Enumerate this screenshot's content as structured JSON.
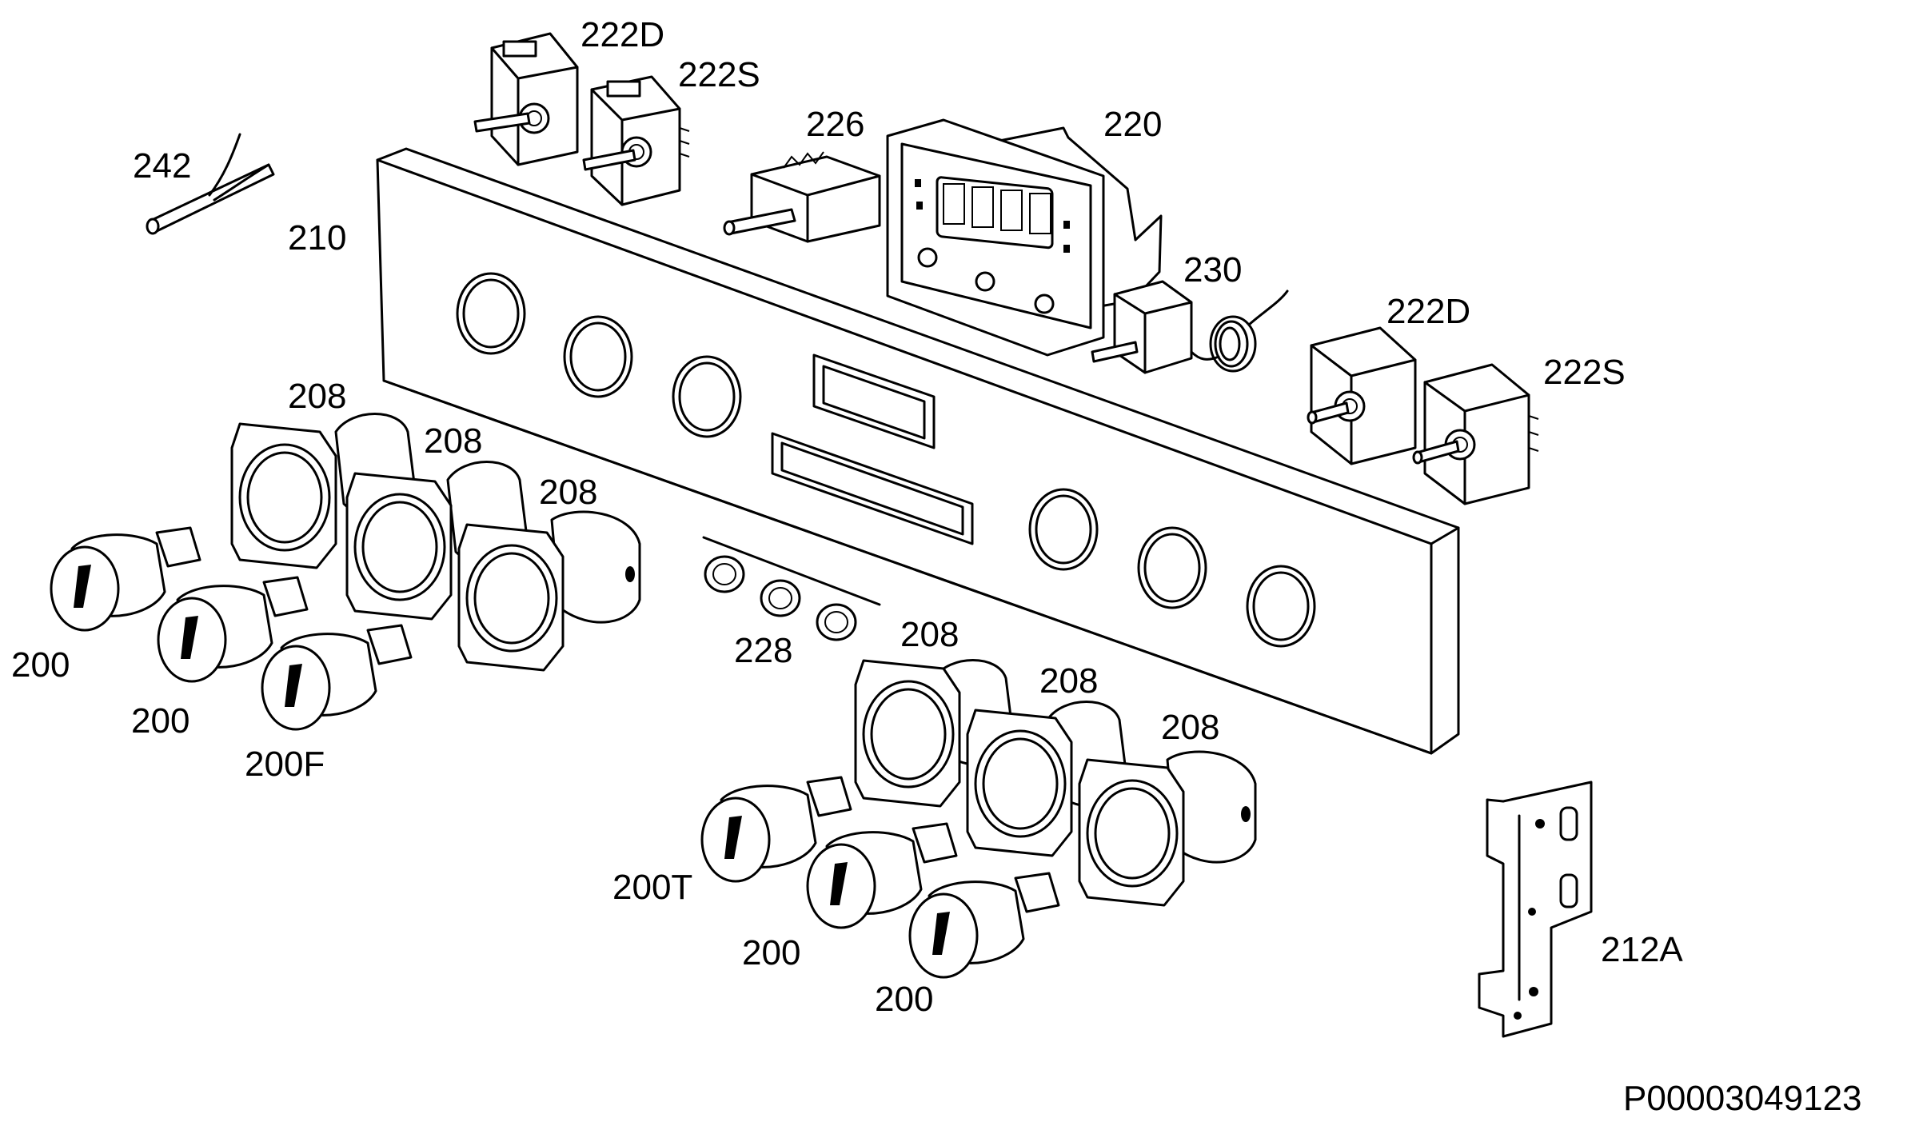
{
  "drawing_code": "P00003049123",
  "labels": {
    "l242": "242",
    "l222d_top": "222D",
    "l222s_top": "222S",
    "l226": "226",
    "l220": "220",
    "l210": "210",
    "l230": "230",
    "l222d_right": "222D",
    "l222s_right": "222S",
    "l208_a": "208",
    "l208_b": "208",
    "l208_c": "208",
    "l208_d": "208",
    "l208_e": "208",
    "l208_f": "208",
    "l228": "228",
    "l200_a": "200",
    "l200_b": "200",
    "l200f": "200F",
    "l200t": "200T",
    "l200_c": "200",
    "l200_d": "200",
    "l212a": "212A"
  }
}
